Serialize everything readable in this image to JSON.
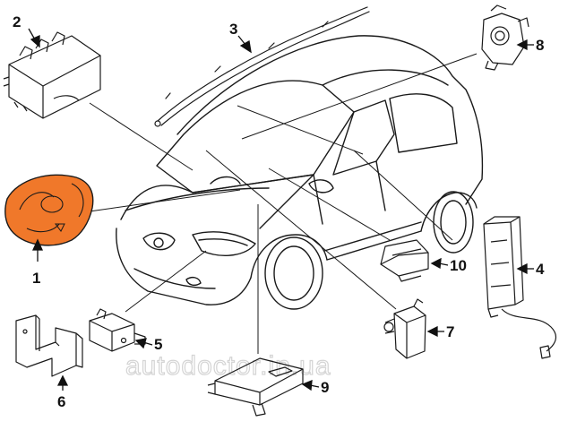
{
  "diagram": {
    "callouts": {
      "c1": "1",
      "c2": "2",
      "c3": "3",
      "c4": "4",
      "c5": "5",
      "c6": "6",
      "c7": "7",
      "c8": "8",
      "c9": "9",
      "c10": "10"
    },
    "watermark": "autodoctor.in.ua",
    "colors": {
      "highlight": "#f0782a",
      "line": "#1a1a1a",
      "watermark": "#d4d4d4"
    },
    "parts": [
      {
        "id": "c1",
        "name": "driver-airbag",
        "highlighted": true
      },
      {
        "id": "c2",
        "name": "passenger-airbag"
      },
      {
        "id": "c3",
        "name": "curtain-airbag"
      },
      {
        "id": "c4",
        "name": "side-airbag"
      },
      {
        "id": "c5",
        "name": "front-impact-sensor"
      },
      {
        "id": "c6",
        "name": "bracket"
      },
      {
        "id": "c7",
        "name": "side-impact-sensor"
      },
      {
        "id": "c8",
        "name": "clock-spring"
      },
      {
        "id": "c9",
        "name": "control-module"
      },
      {
        "id": "c10",
        "name": "occupant-sensor"
      }
    ]
  }
}
